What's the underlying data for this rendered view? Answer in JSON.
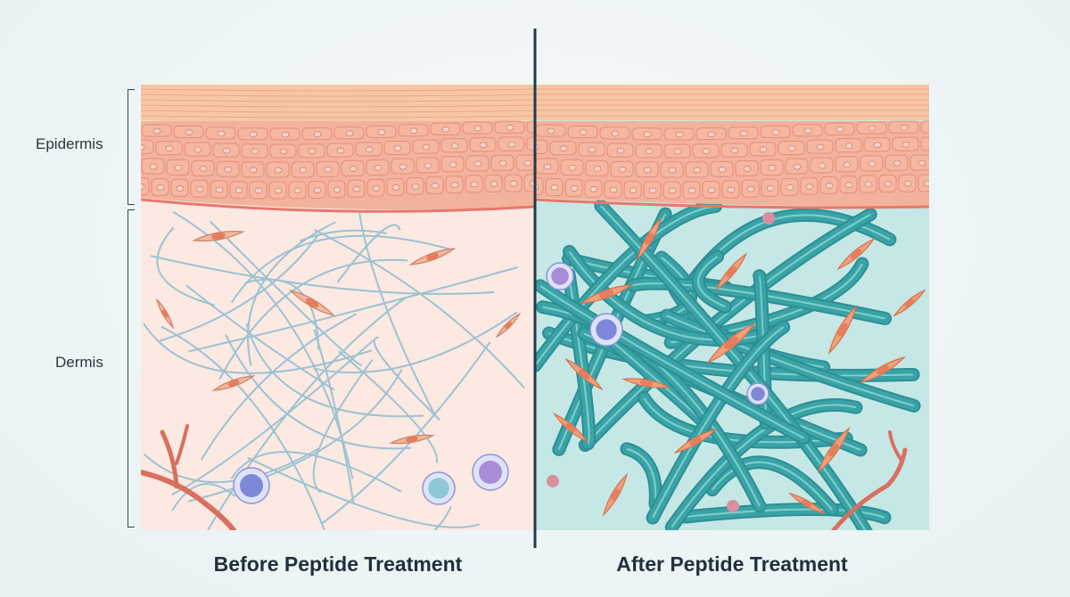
{
  "labels": {
    "epidermis": "Epidermis",
    "dermis": "Dermis"
  },
  "panels": {
    "before": {
      "caption": "Before Peptide Treatment"
    },
    "after": {
      "caption": "After Peptide Treatment"
    }
  },
  "colors": {
    "epidermis_top": "#f7c7a3",
    "cell_fill": "#f6b7a1",
    "cell_nucleus": "#f4d3c4",
    "dermis_before_bg": "#fbe8e1",
    "dermis_after_bg": "#bfe5e3",
    "fiber_before": "#9cc2d2",
    "fiber_after": "#3aa3a7",
    "fibroblast": "#f2a07a",
    "immune_blue": "#7d88d8",
    "immune_purple": "#a98bd6",
    "blood_vessel": "#d8705f",
    "divider": "#1f3a4c"
  }
}
